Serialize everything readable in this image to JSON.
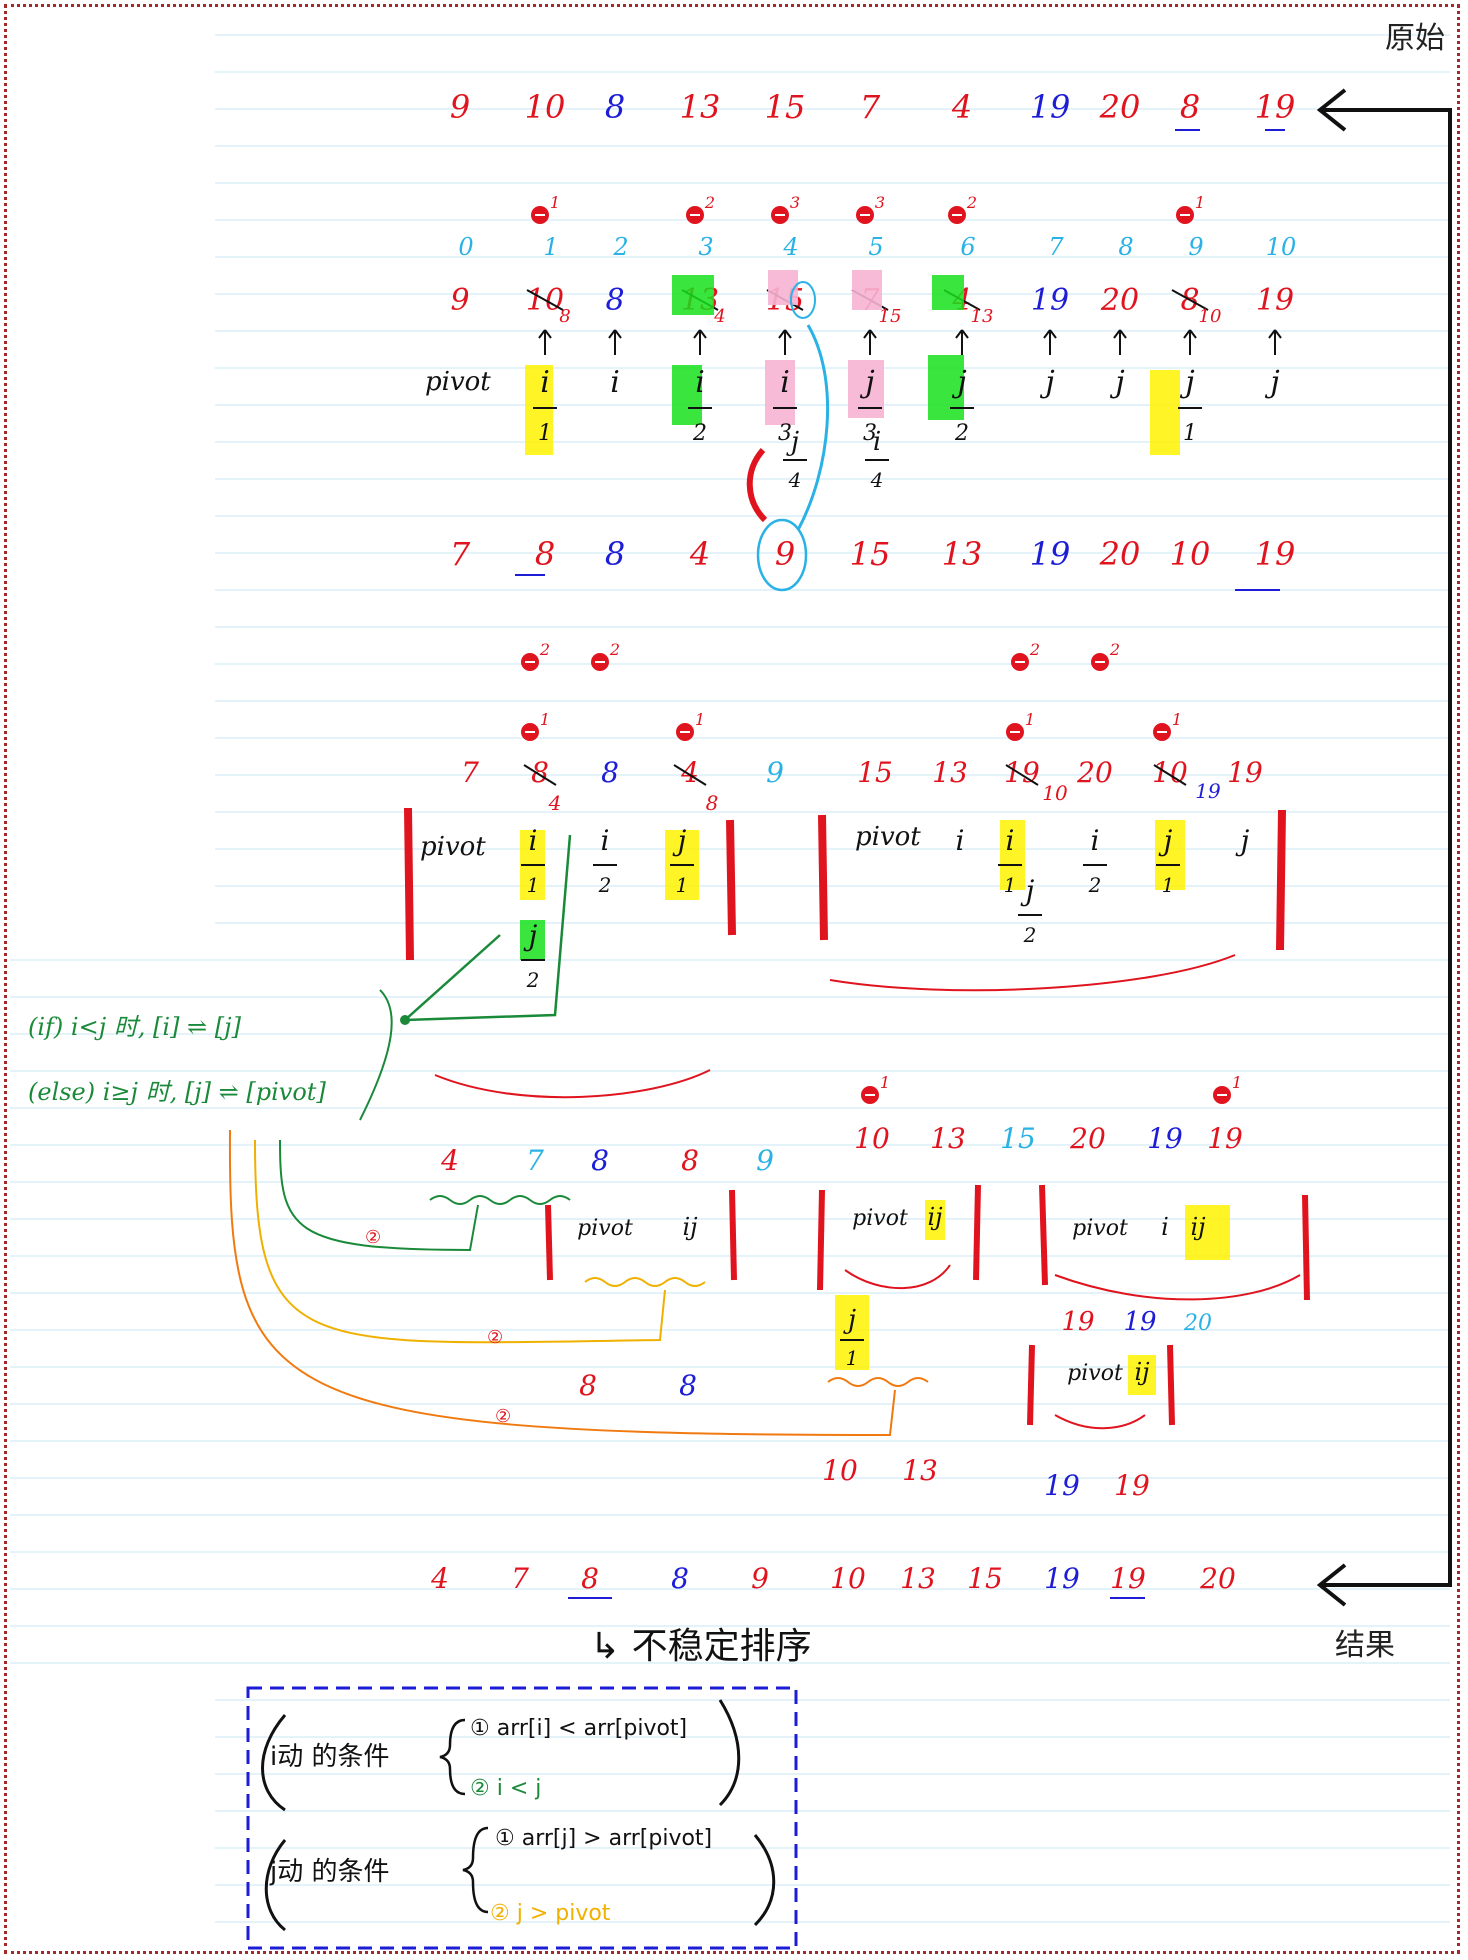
{
  "title": {
    "top": "原始",
    "bottom": "结果"
  },
  "colors": {
    "red": "#e0141e",
    "blue": "#1d1dd6",
    "cyan": "#2ab2e6",
    "green": "#1a8a3a",
    "orange": "#f07a10",
    "yellow_hl": "#fff200",
    "green_hl": "#17e01c",
    "pink_hl": "#f7b4d3"
  },
  "original_row": [
    "9",
    "10",
    "8",
    "13",
    "15",
    "7",
    "4",
    "19",
    "20",
    "8",
    "19"
  ],
  "indices": [
    "0",
    "1",
    "2",
    "3",
    "4",
    "5",
    "6",
    "7",
    "8",
    "9",
    "10"
  ],
  "pass1": {
    "values": [
      "9",
      "10",
      "8",
      "13",
      "15",
      "7",
      "4",
      "19",
      "20",
      "8",
      "19"
    ],
    "swapped": [
      "8",
      "4",
      "",
      "15",
      "",
      "13",
      "10"
    ],
    "pointer_labels": {
      "pivot": "pivot",
      "i": "i",
      "j": "j"
    },
    "marks": [
      "1",
      "2",
      "3",
      "3",
      "2",
      "1"
    ],
    "subs": [
      "1",
      "2",
      "3",
      "4",
      "2",
      "1"
    ]
  },
  "row_after_pass1": [
    "7",
    "8",
    "8",
    "4",
    "9",
    "15",
    "13",
    "19",
    "20",
    "10",
    "19"
  ],
  "row_pass2": [
    "7",
    "8",
    "8",
    "4",
    "9",
    "15",
    "13",
    "19",
    "20",
    "10",
    "19"
  ],
  "pass2_swaps": [
    "4",
    "8",
    "10",
    "19"
  ],
  "rules": {
    "if": "(if)  i<j 时, [i] ⇌ [j]",
    "else": "(else)  i≥j 时, [j] ⇌ [pivot]",
    "num1": "①",
    "num2": "②"
  },
  "row_pass3_left": [
    "4",
    "7",
    "8",
    "8",
    "9"
  ],
  "row_pass3_right": [
    "10",
    "13",
    "15",
    "20",
    "19",
    "19"
  ],
  "sub_left_pair": [
    "8",
    "8"
  ],
  "sub_mid_pair": [
    "10",
    "13"
  ],
  "sub_right_triple": [
    "19",
    "19",
    "20"
  ],
  "sub_right_pair": [
    "19",
    "19"
  ],
  "result_row": [
    "4",
    "7",
    "8",
    "8",
    "9",
    "10",
    "13",
    "15",
    "19",
    "19",
    "20"
  ],
  "unstable_note": "↳ 不稳定排序",
  "box": {
    "i_title": "i动 的条件",
    "i_cond1": "① arr[i] < arr[pivot]",
    "i_cond2": "②  i < j",
    "j_title": "j动 的条件",
    "j_cond1": "① arr[j] > arr[pivot]",
    "j_cond2": "②  j > pivot"
  }
}
